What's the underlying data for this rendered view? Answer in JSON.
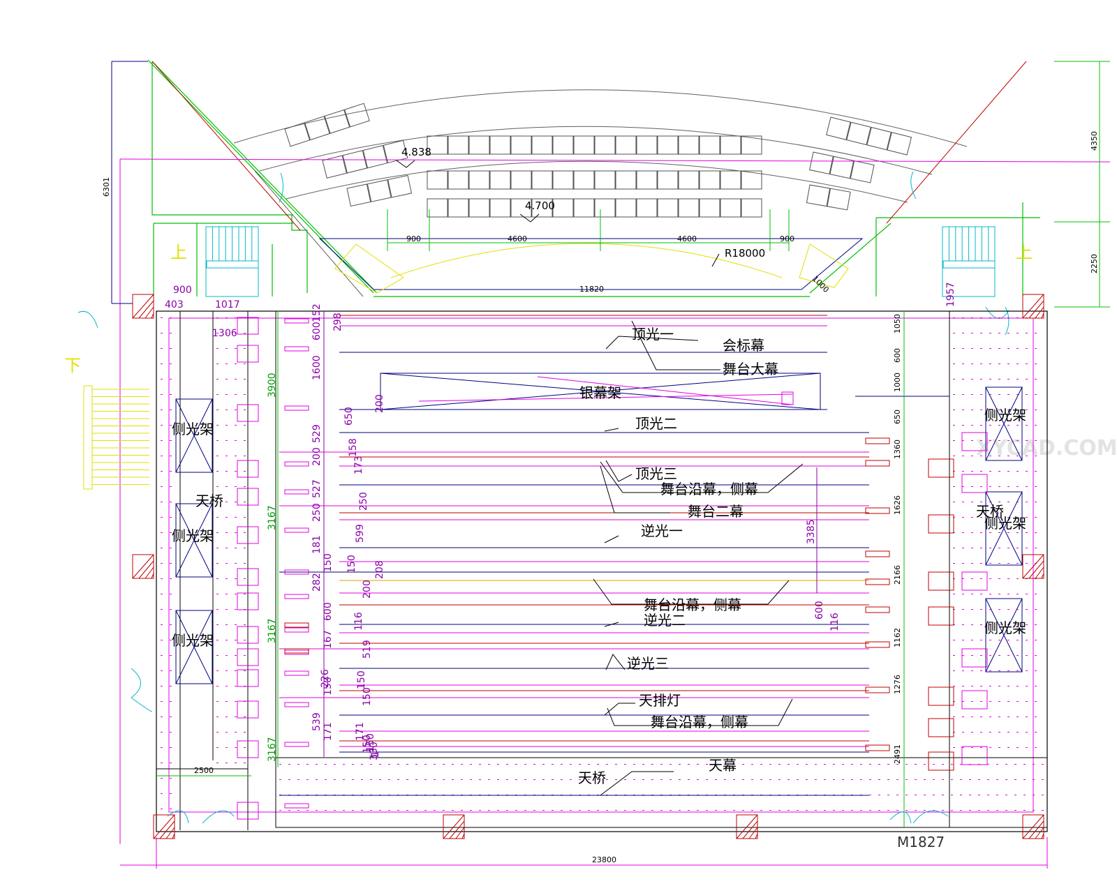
{
  "colors": {
    "green": "#00c000",
    "magenta": "#e000e0",
    "blue": "#000080",
    "red": "#c00000",
    "cyan": "#00b8c8",
    "yellow": "#e0e000",
    "gray": "#606060",
    "dim_purple": "#8a00a8"
  },
  "watermark": "XYCAD.COM",
  "levels": {
    "balcony": "4.838",
    "stage": "4.700"
  },
  "radius_label": "R18000",
  "door_label": "M1827",
  "stair_up": "上",
  "stair_down": "下",
  "dims": {
    "top_left_height": "6301",
    "right_top": "4350",
    "right_upper": "2250",
    "proscenium_width": "11820",
    "overall_width": "23800",
    "bottom_left": "2500",
    "upper_segments": [
      "900",
      "4600",
      "4600",
      "900"
    ],
    "small_1000": "1000",
    "left_900": "900",
    "left_403": "403",
    "left_1017": "1017",
    "left_1306": "1306",
    "right_1957": "1957",
    "green_vertical": [
      "3900",
      "3167",
      "3167",
      "3167"
    ],
    "right_column": [
      "1050",
      "600",
      "1000",
      "650",
      "1360",
      "1626",
      "2166",
      "1162",
      "1276",
      "2491"
    ],
    "middle_3385": "3385",
    "left_line_dims": [
      "152",
      "298",
      "600",
      "1600",
      "200",
      "650",
      "529",
      "200",
      "158",
      "173",
      "527",
      "250",
      "250",
      "599",
      "181",
      "150",
      "150",
      "208",
      "282",
      "200",
      "600",
      "116",
      "167",
      "519",
      "226",
      "150",
      "150",
      "150",
      "539",
      "171",
      "171",
      "150",
      "600",
      "116",
      "150",
      "330",
      "1",
      "1"
    ]
  },
  "labels": {
    "top_light_1": "顶光一",
    "club_curtain": "会标幕",
    "main_curtain": "舞台大幕",
    "screen_frame": "银幕架",
    "top_light_2": "顶光二",
    "top_light_3": "顶光三",
    "edge_side_curtain_1": "舞台沿幕，侧幕",
    "second_curtain": "舞台二幕",
    "back_light_1": "逆光一",
    "edge_side_curtain_2": "舞台沿幕，侧幕",
    "back_light_2": "逆光二",
    "back_light_3": "逆光三",
    "sky_row_light": "天排灯",
    "edge_side_curtain_3": "舞台沿幕，侧幕",
    "sky_bridge_bottom": "天桥",
    "cyclorama": "天幕",
    "left_bridge": "天桥",
    "right_bridge": "天桥",
    "side_frame_l1": "侧光架",
    "side_frame_l2": "侧光架",
    "side_frame_l3": "侧光架",
    "side_frame_r1": "侧光架",
    "side_frame_r2": "侧光架",
    "side_frame_r3": "侧光架"
  }
}
